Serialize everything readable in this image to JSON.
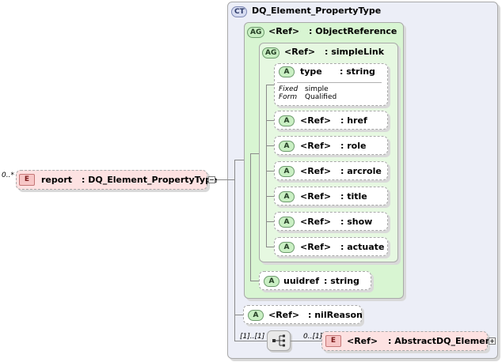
{
  "complex_type": {
    "badge": "CT",
    "name": "DQ_Element_PropertyType",
    "colors": {
      "fill": "#eceef7",
      "border": "#a9a9a9"
    }
  },
  "object_reference_group": {
    "badge": "AG",
    "ref": "<Ref>",
    "type": ": ObjectReference"
  },
  "simple_link_group": {
    "badge": "AG",
    "ref": "<Ref>",
    "type": ": simpleLink"
  },
  "type_attribute": {
    "badge": "A",
    "name": "type",
    "type": ": string",
    "facets": [
      {
        "label": "Fixed",
        "value": "simple"
      },
      {
        "label": "Form",
        "value": "Qualified"
      }
    ]
  },
  "ref_attributes": [
    {
      "badge": "A",
      "ref": "<Ref>",
      "type": ": href"
    },
    {
      "badge": "A",
      "ref": "<Ref>",
      "type": ": role"
    },
    {
      "badge": "A",
      "ref": "<Ref>",
      "type": ": arcrole"
    },
    {
      "badge": "A",
      "ref": "<Ref>",
      "type": ": title"
    },
    {
      "badge": "A",
      "ref": "<Ref>",
      "type": ": show"
    },
    {
      "badge": "A",
      "ref": "<Ref>",
      "type": ": actuate"
    }
  ],
  "uuidref_attribute": {
    "badge": "A",
    "name": "uuidref",
    "type": ": string"
  },
  "nil_reason_attribute": {
    "badge": "A",
    "ref": "<Ref>",
    "type": ": nilReason"
  },
  "report_element": {
    "badge": "E",
    "multiplicity": "0..*",
    "name": "report",
    "type": ": DQ_Element_PropertyType"
  },
  "sequence": {
    "multiplicity": "[1]..[1]",
    "icon": "sequence-icon"
  },
  "abstract_element": {
    "badge": "E",
    "multiplicity": "0..[1]",
    "ref": "<Ref>",
    "type": ": AbstractDQ_Element"
  }
}
